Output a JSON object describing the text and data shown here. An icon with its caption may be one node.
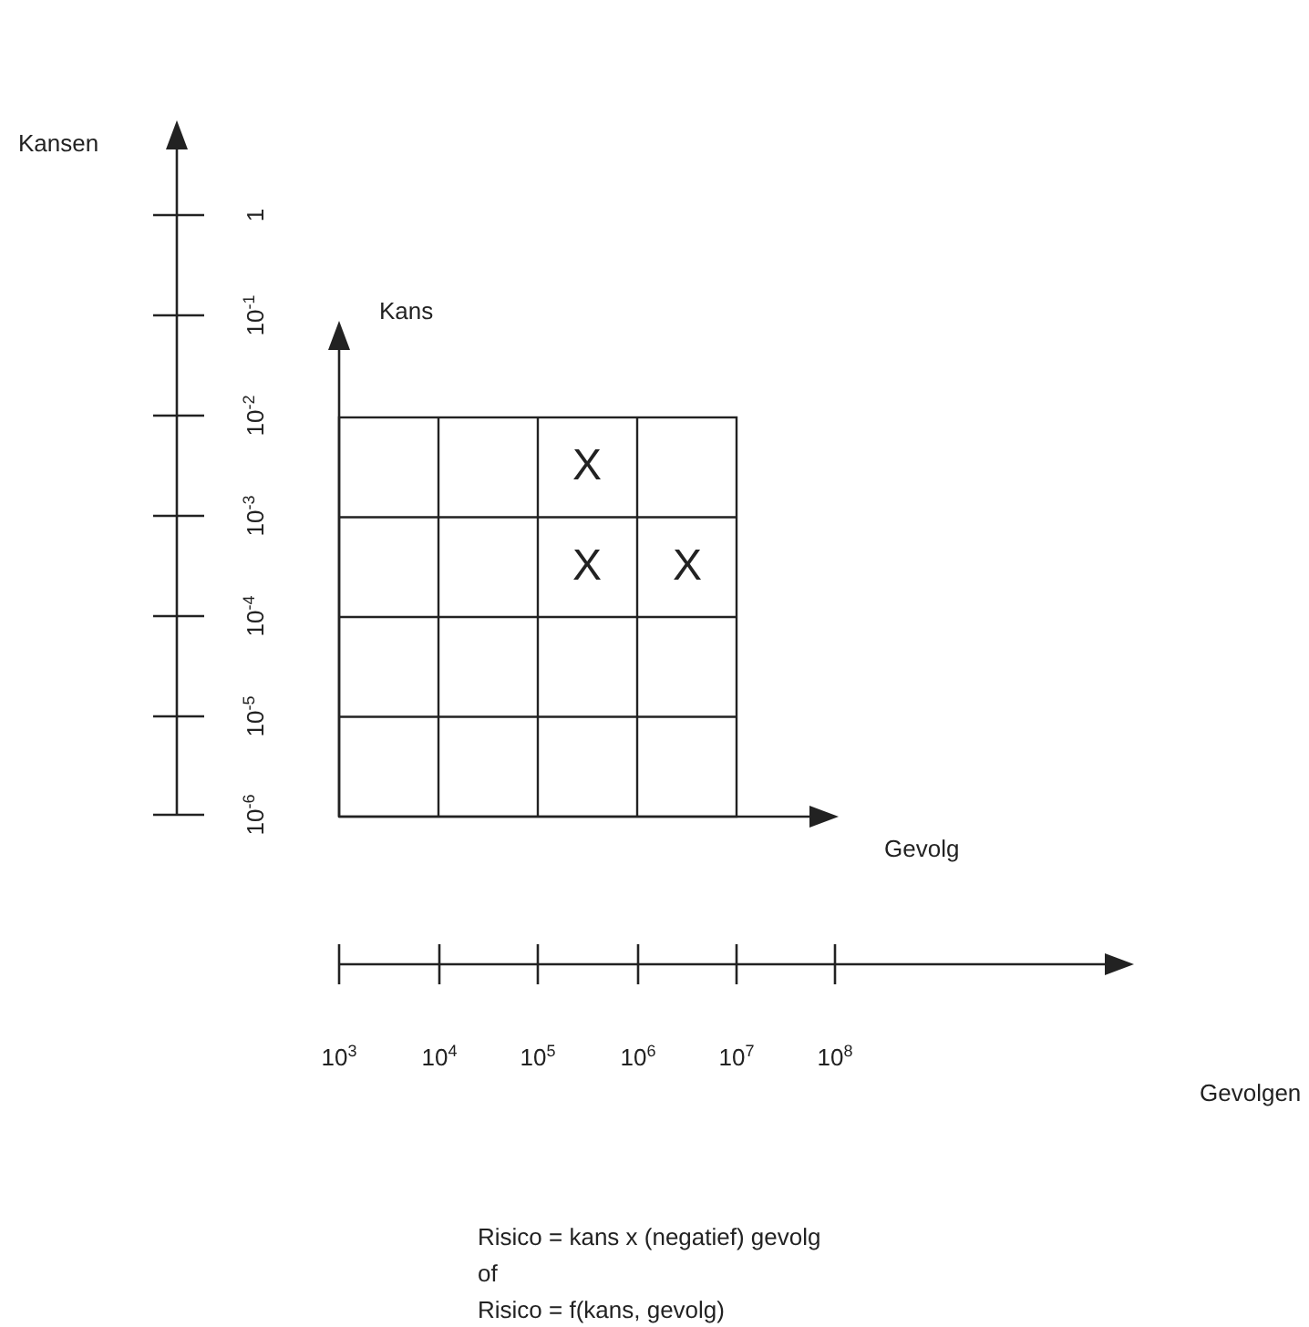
{
  "diagram": {
    "labels": [
      "Kansen",
      "1",
      "10$^{-1}$",
      "Kans",
      "10$^{-2}$",
      "X",
      "10$^{-3}$",
      "X",
      "X",
      "10$^{-4}$",
      "10$^{-5}$",
      "10$^{-6}$",
      "Gevolg",
      "10$^{3}$",
      "10$^{4}$",
      "10$^{5}$",
      "10$^{6}$",
      "10$^{7}$",
      "10$^{8}$",
      "Gevolgen",
      "Risico = kans x (negatief) gevolg",
      "of",
      "Risico = f(kans, gevolg)"
    ]
  }
}
